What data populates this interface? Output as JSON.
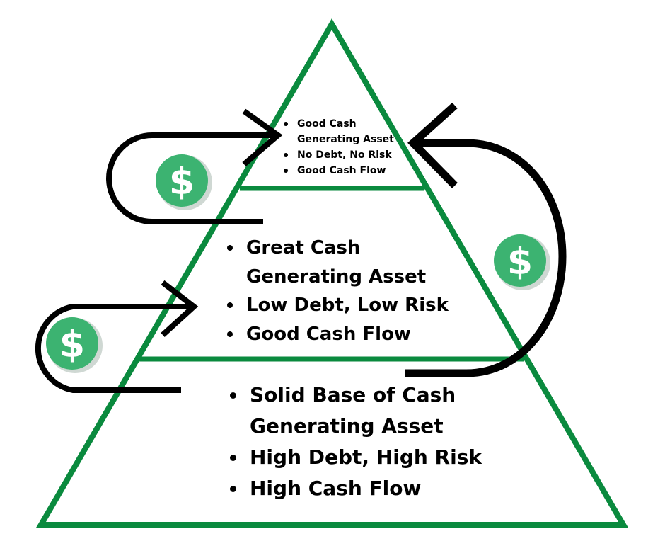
{
  "colors": {
    "pyramid_outline": "#0a8a3e",
    "coin_fill": "#3cb371",
    "coin_shadow": "#cfd8d3",
    "arrow": "#000000",
    "text": "#000000"
  },
  "tiers": {
    "top": {
      "items": [
        "Good Cash Generating Asset",
        "No Debt, No Risk",
        "Good Cash Flow"
      ]
    },
    "middle": {
      "items": [
        "Great Cash Generating Asset",
        "Low Debt, Low Risk",
        "Good Cash Flow"
      ]
    },
    "bottom": {
      "items": [
        "Solid Base of Cash Generating Asset",
        "High Debt, High Risk",
        "High Cash Flow"
      ]
    }
  },
  "coins": {
    "symbol": "$",
    "icon": "dollar-coin-icon"
  },
  "arrows": {
    "icon": "curved-arrow-icon"
  }
}
